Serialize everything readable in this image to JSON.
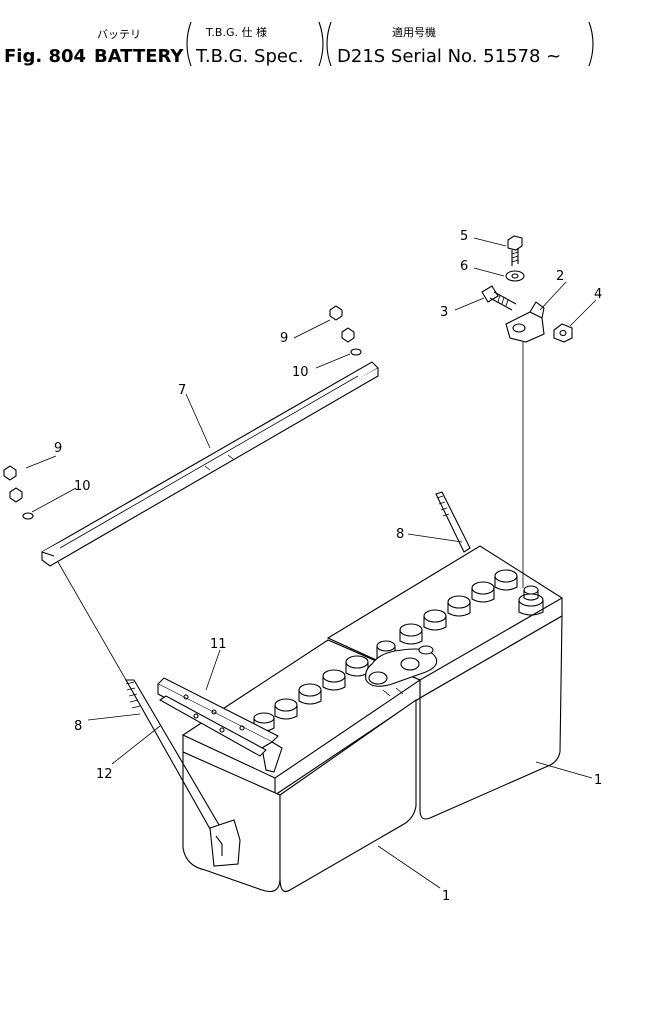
{
  "header": {
    "jp_line": {
      "battery_jp": "バッテリ",
      "spec_jp": "T.B.G. 仕 様",
      "serial_jp": "適用号機"
    },
    "title_prefix": "Fig. 804",
    "title_part": "BATTERY",
    "spec": "T.B.G. Spec.",
    "serial": "D21S Serial No. 51578 ~"
  },
  "callouts": {
    "c1a": "1",
    "c1b": "1",
    "c2": "2",
    "c3": "3",
    "c4": "4",
    "c5": "5",
    "c6": "6",
    "c7": "7",
    "c8a": "8",
    "c8b": "8",
    "c9a": "9",
    "c9b": "9",
    "c10a": "10",
    "c10b": "10",
    "c11": "11",
    "c12": "12"
  }
}
